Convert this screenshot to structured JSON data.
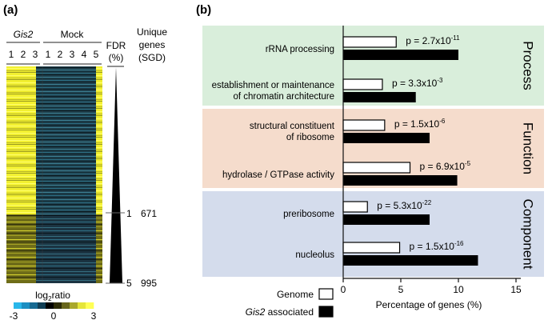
{
  "panel_a": {
    "label": "(a)",
    "groups": [
      {
        "name": "Gis2",
        "italic": true,
        "samples": [
          "1",
          "2",
          "3"
        ]
      },
      {
        "name": "Mock",
        "italic": false,
        "samples": [
          "1",
          "2",
          "3",
          "4",
          "5"
        ]
      }
    ],
    "fdr_label_line1": "FDR",
    "fdr_label_line2": "(%)",
    "unique_label_line1": "Unique",
    "unique_label_line2": "genes",
    "unique_label_line3": "(SGD)",
    "fdr_markers": [
      {
        "fdr": "1",
        "genes": "671"
      },
      {
        "fdr": "5",
        "genes": "995"
      }
    ],
    "colorbar": {
      "title_prefix": "log",
      "title_subscript": "2",
      "title_suffix": "ratio",
      "ticks": [
        "-3",
        "0",
        "3"
      ],
      "colors": [
        "#29b7ea",
        "#1c8fc2",
        "#176a92",
        "#103e55",
        "#000000",
        "#2c2b07",
        "#68661b",
        "#a9a82c",
        "#e5e53a",
        "#ffff55"
      ]
    }
  },
  "chart_data": {
    "type": "bar",
    "panel_label": "(b)",
    "orientation": "horizontal",
    "xlabel": "Percentage of genes (%)",
    "xlim": [
      0,
      15
    ],
    "xticks": [
      "0",
      "5",
      "10",
      "15"
    ],
    "legend": {
      "placement": "bottom-left",
      "entries": [
        {
          "label": "Genome",
          "italic": false,
          "fill": "#ffffff"
        },
        {
          "label": "Gis2 associated",
          "italic_word": "Gis2",
          "rest": " associated",
          "fill": "#000000"
        }
      ]
    },
    "series": [
      {
        "name": "Genome",
        "color": "#ffffff"
      },
      {
        "name": "Gis2 associated",
        "color": "#000000"
      }
    ],
    "sections": [
      {
        "name": "Process",
        "bg": "#d9eedb",
        "categories": [
          {
            "label_lines": [
              "rRNA processing"
            ],
            "genome": 4.6,
            "gis2": 10.0,
            "p_base": "p = 2.7x10",
            "p_exp": "-11"
          },
          {
            "label_lines": [
              "establishment or maintenance",
              "of chromatin architecture"
            ],
            "genome": 3.4,
            "gis2": 6.3,
            "p_base": "p = 3.3x10",
            "p_exp": "-3"
          }
        ]
      },
      {
        "name": "Function",
        "bg": "#f5dccc",
        "categories": [
          {
            "label_lines": [
              "structural constituent",
              "of ribosome"
            ],
            "genome": 3.6,
            "gis2": 7.5,
            "p_base": "p = 1.5x10",
            "p_exp": "-6"
          },
          {
            "label_lines": [
              "hydrolase / GTPase activity"
            ],
            "genome": 5.8,
            "gis2": 9.9,
            "p_base": "p = 6.9x10",
            "p_exp": "-5"
          }
        ]
      },
      {
        "name": "Component",
        "bg": "#d4dcec",
        "categories": [
          {
            "label_lines": [
              "preribosome"
            ],
            "genome": 2.1,
            "gis2": 7.5,
            "p_base": "p = 5.3x10",
            "p_exp": "-22"
          },
          {
            "label_lines": [
              "nucleolus"
            ],
            "genome": 4.9,
            "gis2": 11.7,
            "p_base": "p = 1.5x10",
            "p_exp": "-16"
          }
        ]
      }
    ]
  }
}
